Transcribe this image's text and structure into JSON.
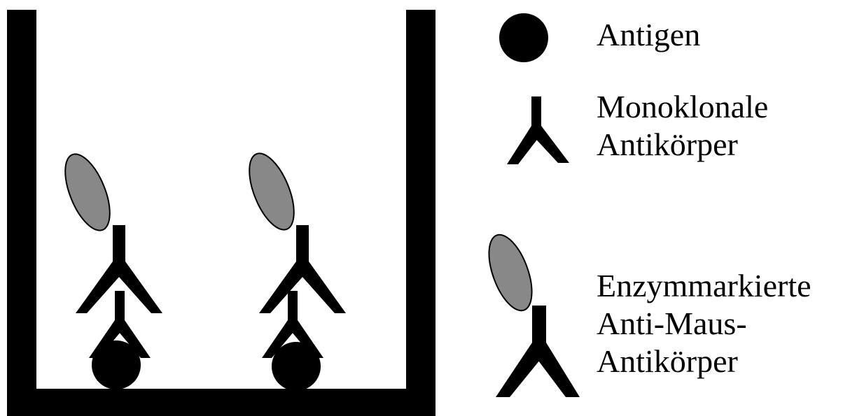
{
  "colors": {
    "ink": "#000000",
    "enzyme_fill": "#888888",
    "background": "#ffffff"
  },
  "legend": {
    "antigen": {
      "icon": "antigen-circle-icon",
      "lines": [
        "Antigen"
      ]
    },
    "monoclonal": {
      "icon": "antibody-y-icon",
      "lines": [
        "Monoklonale",
        "Antikörper"
      ]
    },
    "enzyme_labeled": {
      "icon": "enzyme-labeled-antibody-icon",
      "lines": [
        "Enzymmarkierte",
        "Anti-Maus-",
        "Antikörper"
      ]
    }
  }
}
